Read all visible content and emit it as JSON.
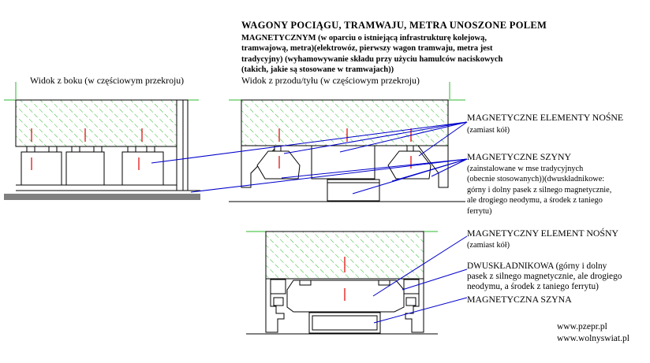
{
  "texts": {
    "title": "WAGONY POCIĄGU, TRAMWAJU, METRA UNOSZONE POLEM",
    "subtitle_lines": [
      "MAGNETYCZNYM (w oparciu o istniejącą infrastrukturę kolejową,",
      "tramwajową, metra)(elektrowóz, pierwszy wagon tramwaju, metra jest",
      "tradycyjny) (wyhamowywanie składu przy użyciu hamulców naciskowych",
      "(takich, jakie są stosowane w tramwajach))"
    ],
    "side_view": "Widok z boku (w częściowym przekroju)",
    "front_view": "Widok z przodu/tyłu (w częściowym przekroju)",
    "label1_title": "MAGNETYCZNE ELEMENTY NOŚNE",
    "label1_sub": "(zamiast kół)",
    "label2_title": "MAGNETYCZNE SZYNY",
    "label2_lines": [
      "(zainstalowane w mse tradycyjnych",
      "(obecnie stosowanych))(dwuskładnikowe:",
      "górny i dolny pasek z silnego magnetycznie,",
      "ale drogiego neodymu, a środek z taniego",
      "ferrytu)"
    ],
    "label3_title": "MAGNETYCZNY ELEMENT NOŚNY",
    "label3_sub": "(zamiast kół)",
    "label4_lines": [
      "DWUSKŁADNIKOWA (górny i dolny",
      "pasek z silnego magnetycznie, ale drogiego",
      "neodymu, a środek z taniego ferrytu)"
    ],
    "label5_title": "MAGNETYCZNA SZYNA",
    "web1": "www.pzepr.pl",
    "web2": "www.wolnyswiat.pl"
  },
  "colors": {
    "hatch": "#2db82d",
    "ink": "#000000",
    "pointer": "#0000cc",
    "marker": "#e00000"
  }
}
